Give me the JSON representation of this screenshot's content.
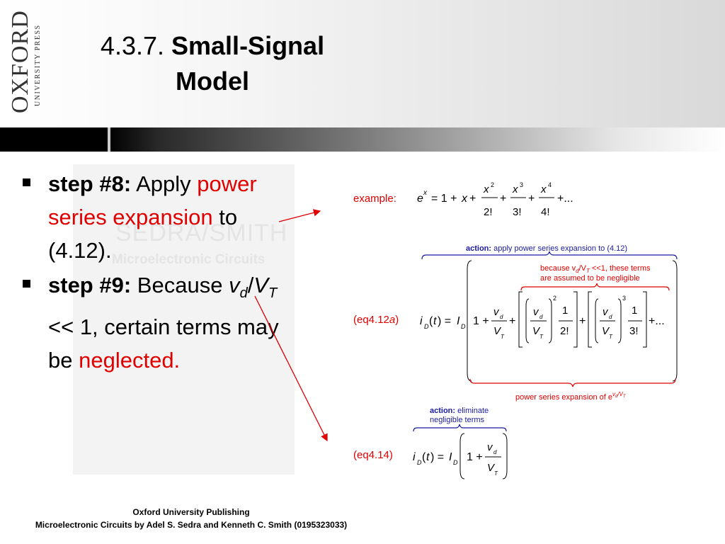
{
  "publisher_logo": {
    "name": "OXFORD",
    "subtitle": "UNIVERSITY PRESS"
  },
  "slide_title": {
    "number": "4.3.7.",
    "text": "Small-Signal Model"
  },
  "background_book": {
    "authors": "SEDRA/SMITH",
    "title": "Microelectronic Circuits"
  },
  "bullets": [
    {
      "label": "step #8:",
      "pre": "Apply ",
      "highlight": "power series expansion",
      "post": " to (4.12)."
    },
    {
      "label": "step #9:",
      "pre": "Because ",
      "var1": "v",
      "sub1": "d",
      "slash": "/",
      "var2": "V",
      "sub2": "T",
      "post": " << 1, certain terms may be ",
      "highlight": "neglected."
    }
  ],
  "example": {
    "label": "example:"
  },
  "eq412a": {
    "label_prefix": "(eq4.12",
    "label_var": "a",
    "label_suffix": ")",
    "action_label": "action:",
    "action_text": "apply power series expansion to (4.12)",
    "note_line1": "because v",
    "note_sub_d": "d",
    "note_slash": "/V",
    "note_sub_t": "T",
    "note_line1_end": " <<1, these terms",
    "note_line2": "are assumed to be negligible",
    "bottom_text": "power series expansion of e"
  },
  "eq414": {
    "label": "(eq4.14)",
    "action_label": "action:",
    "action_line1": "eliminate",
    "action_line2": "negligible terms"
  },
  "footer": {
    "line1": "Oxford University Publishing",
    "line2": "Microelectronic Circuits by Adel S. Sedra and Kenneth C. Smith (0195323033)"
  },
  "colors": {
    "accent_red": "#e00000",
    "annotation_blue": "#1a1aa0",
    "band_black": "#000000"
  }
}
